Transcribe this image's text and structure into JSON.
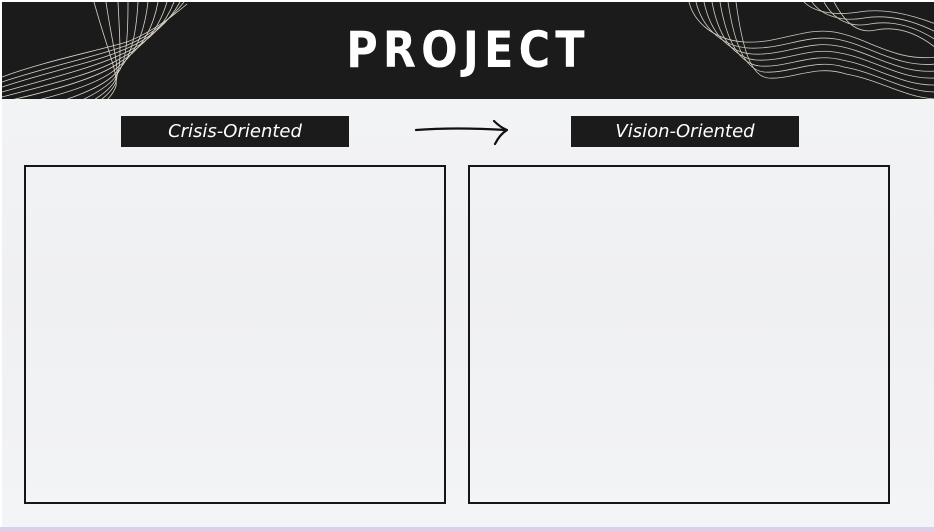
{
  "title": "PROJECT",
  "columns": [
    {
      "label": "Crisis-Oriented"
    },
    {
      "label": "Vision-Oriented"
    }
  ],
  "icons": {
    "arrow": "right-arrow-icon",
    "decoration_left": "wave-lines-decoration-left",
    "decoration_right": "wave-lines-decoration-right"
  },
  "colors": {
    "header_background": "#1b1b1b",
    "slide_background": "#f2f3f5",
    "text_on_dark": "#ffffff",
    "decoration_lines": "#efe9dc"
  }
}
